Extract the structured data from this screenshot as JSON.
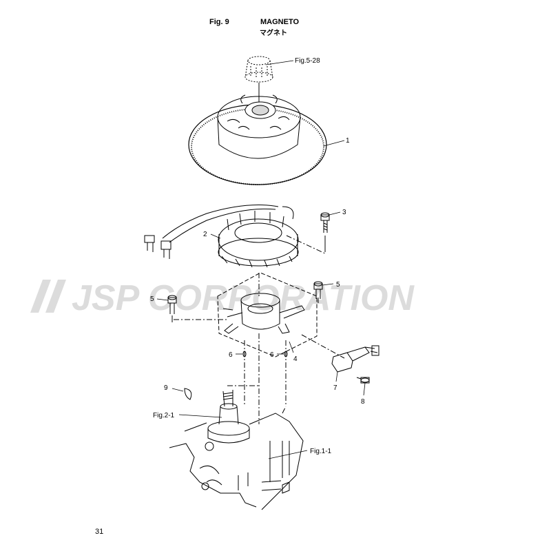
{
  "header": {
    "figure": "Fig. 9",
    "title": "MAGNETO",
    "title_jp": "マグネト"
  },
  "page_number": "31",
  "watermark": {
    "text": "JSP CORPORATION"
  },
  "callouts": {
    "fig5_28": "Fig.5-28",
    "fig2_1": "Fig.2-1",
    "fig1_1": "Fig.1-1",
    "p1": "1",
    "p2": "2",
    "p3": "3",
    "p4": "4",
    "p5a": "5",
    "p5b": "5",
    "p6a": "6",
    "p6b": "6",
    "p7": "7",
    "p8": "8",
    "p9": "9"
  },
  "colors": {
    "line": "#000000",
    "watermark": "#dcdcdc",
    "background": "#ffffff"
  }
}
